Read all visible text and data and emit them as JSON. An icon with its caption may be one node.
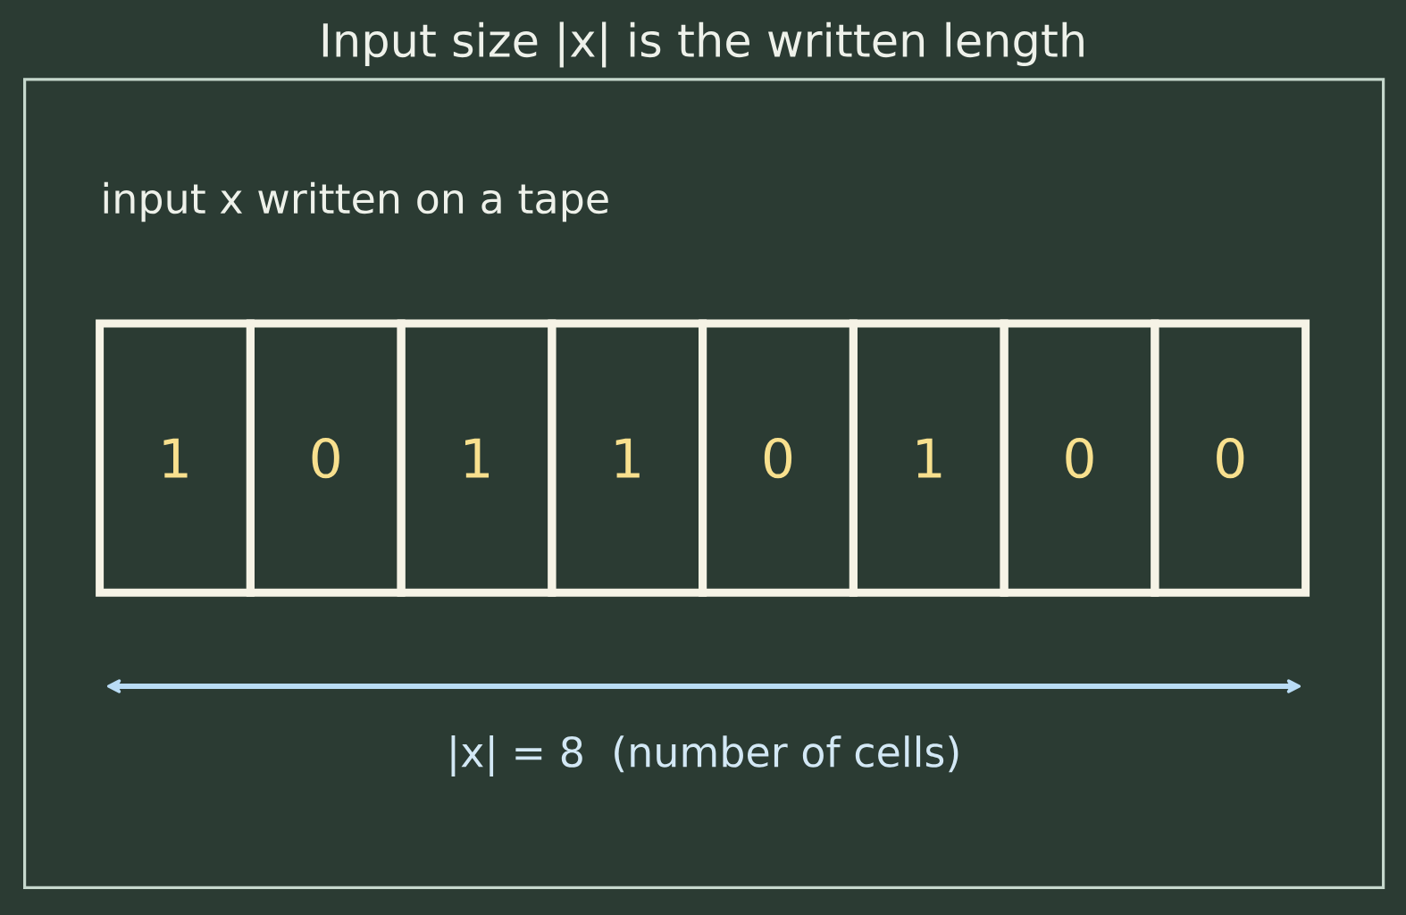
{
  "diagram": {
    "title": "Input size |x| is the written length",
    "nodes": [
      {
        "text": [
          "input x written on a tape"
        ]
      },
      {
        "text": [
          "1"
        ],
        "in": 0
      },
      {
        "text": [
          "0"
        ],
        "in": 0
      },
      {
        "text": [
          "1"
        ],
        "in": 0
      },
      {
        "text": [
          "1"
        ],
        "in": 0
      },
      {
        "text": [
          "0"
        ],
        "in": 0
      },
      {
        "text": [
          "1"
        ],
        "in": 0
      },
      {
        "text": [
          "0"
        ],
        "in": 0
      },
      {
        "text": [
          "0"
        ],
        "in": 0
      }
    ],
    "labels": [
      "|x| = 8  (number of cells)"
    ]
  }
}
